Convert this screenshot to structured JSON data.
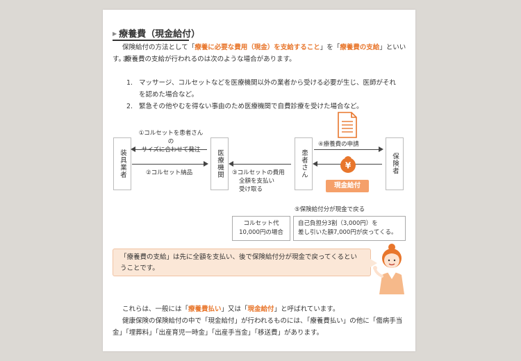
{
  "heading": {
    "title": "療養費（現金給付）"
  },
  "intro": {
    "line1_pre": "保険給付の方法として「",
    "line1_hl1": "療養に必要な費用（現金）を支給すること",
    "line1_mid": "」を「",
    "line1_hl2": "療養費の支給",
    "line1_post": "」といいま",
    "line2": "す。療養費の支給が行われるのは次のような場合があります。"
  },
  "list": [
    {
      "num": "1.",
      "line1": "マッサージ、コルセットなどを医療機関以外の業者から受ける必要が生じ、医師がそれ",
      "line2": "を認めた場合など。"
    },
    {
      "num": "2.",
      "line1": "緊急その他やむを得ない事由のため医療機関で自費診療を受けた場合など。",
      "line2": ""
    }
  ],
  "diagram": {
    "boxes": {
      "supplier": "装具業者",
      "hospital": "医療機関",
      "patient": "患者さん",
      "insurer": "保険者"
    },
    "step1_line1": "①コルセットを患者さんの",
    "step1_line2": "サイズに合わせて発注",
    "step2": "②コルセット納品",
    "step3_line1": "③コルセットの費用",
    "step3_line2": "全額を支払い",
    "step3_line3": "受け取る",
    "step4": "④療養費の申請",
    "step5": "⑤保険給付分が現金で戻る",
    "cash_label": "現金給付",
    "cost_box_line1": "コルセット代",
    "cost_box_line2": "10,000円の場合",
    "refund_line1": "自己負担分3割（3,000円）を",
    "refund_line2": "差し引いた額7,000円が戻ってくる。",
    "yen_symbol": "¥"
  },
  "callout": {
    "line1": "「療養費の支給」は先に全額を支払い、後で保険給付分が現金で戻ってくるとい",
    "line2": "うことです。"
  },
  "closing": {
    "line1_pre": "これらは、一般には「",
    "line1_hl1": "療養費払い",
    "line1_mid": "」又は「",
    "line1_hl2": "現金給付",
    "line1_post": "」と呼ばれています。",
    "line2": "健康保険の保険給付の中で「現金給付」が行われるものには、「療養費払い」の他に「傷病手当",
    "line3": "金」「埋葬料」「出産育児一時金」「出産手当金」「移送費」があります。"
  },
  "colors": {
    "accent": "#e8762c",
    "badge": "#f5a06a",
    "callout_bg": "#fbe7d7"
  },
  "icons": [
    "document-icon",
    "yen-wallet-icon",
    "guide-woman-illustration"
  ]
}
